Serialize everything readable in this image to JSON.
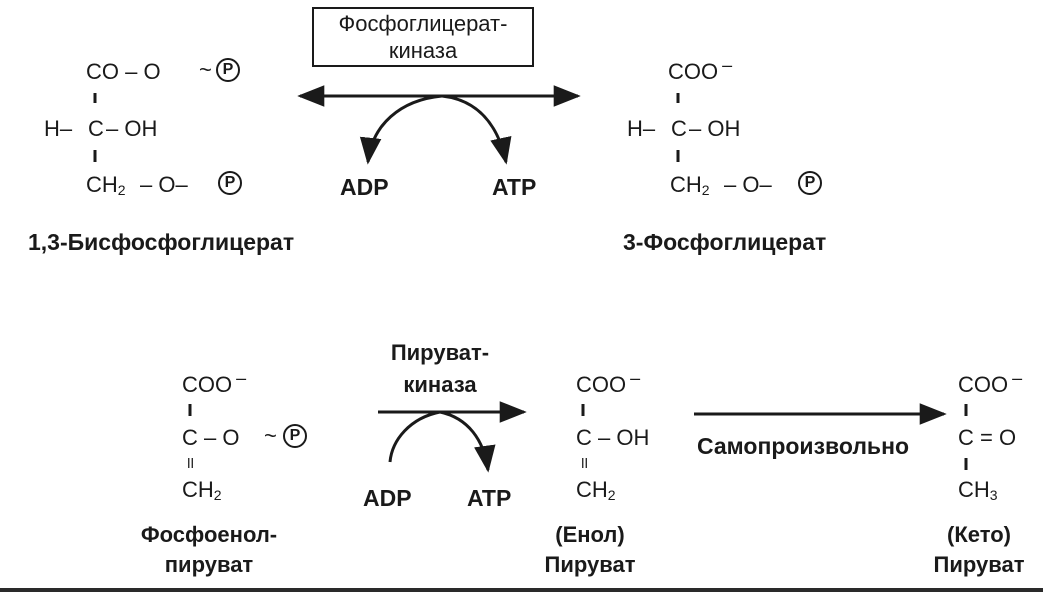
{
  "reaction1": {
    "enzyme": {
      "line1": "Фосфоглицерат-",
      "line2": "киназа"
    },
    "substrate": {
      "name": "1,3-Бисфосфоглицерат",
      "top": "CO – O",
      "phosphate_link": "~",
      "center_left": "H–",
      "center": "C",
      "center_right": "– OH",
      "bottom": "CH",
      "bottom_sub": "2",
      "bottom_link": "– O–",
      "phosphate": "P"
    },
    "product": {
      "name": "3-Фосфоглицерат",
      "top": "COO",
      "charge": "–",
      "center_left": "H–",
      "center": "C",
      "center_right": "– OH",
      "bottom": "CH",
      "bottom_sub": "2",
      "bottom_link": "– O–",
      "phosphate": "P"
    },
    "cofactor_in": "ADP",
    "cofactor_out": "ATP"
  },
  "reaction2": {
    "enzyme": {
      "line1": "Пируват-",
      "line2": "киназа"
    },
    "substrate": {
      "name_line1": "Фосфоенол-",
      "name_line2": "пируват",
      "top": "COO",
      "charge": "–",
      "center": "C – O",
      "phosphate_link": "~",
      "phosphate": "P",
      "double_bond": "॥",
      "bottom": "CH",
      "bottom_sub": "2"
    },
    "cofactor_in": "ADP",
    "cofactor_out": "ATP",
    "enol": {
      "name_line1": "(Енол)",
      "name_line2": "Пируват",
      "top": "COO",
      "charge": "–",
      "center": "C – OH",
      "double_bond": "॥",
      "bottom": "CH",
      "bottom_sub": "2"
    },
    "spontaneous_label": "Самопроизвольно",
    "keto": {
      "name_line1": "(Кето)",
      "name_line2": "Пируват",
      "top": "COO",
      "charge": "–",
      "center": "C = O",
      "bottom": "CH",
      "bottom_sub": "3"
    }
  },
  "colors": {
    "ink": "#1a1a1a",
    "background": "#ffffff"
  }
}
